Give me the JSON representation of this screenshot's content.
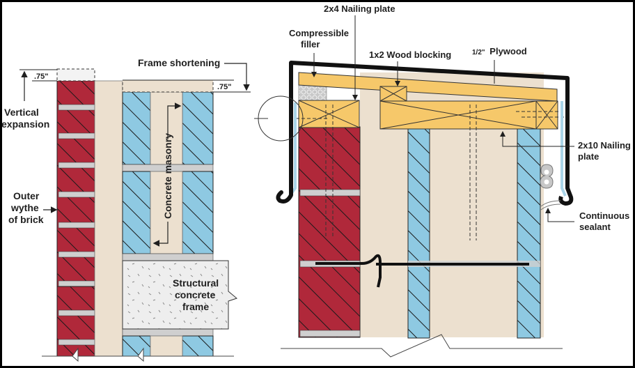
{
  "colors": {
    "brick": "#b0283a",
    "mortar": "#cfcfcf",
    "cavity": "#ece0cf",
    "block": "#8ec9e2",
    "concrete": "#eeeeee",
    "wood": "#f6c86a",
    "flashing": "#111111",
    "liner": "#a9d4e8",
    "filler": "#c7c7c7",
    "line": "#1f1f1f"
  },
  "left_panel": {
    "labels": {
      "expansion_dim": ".75\"",
      "vertical_expansion_l1": "Vertical",
      "vertical_expansion_l2": "expansion",
      "frame_shortening": "Frame shortening",
      "shortening_dim": ".75\"",
      "outer_wythe_l1": "Outer",
      "outer_wythe_l2": "wythe",
      "outer_wythe_l3": "of brick",
      "concrete_masonry": "Concrete masonry",
      "structural_l1": "Structural",
      "structural_l2": "concrete",
      "structural_l3": "frame"
    }
  },
  "right_panel": {
    "labels": {
      "nailing_plate_2x4": "2x4 Nailing plate",
      "compressible_l1": "Compressible",
      "compressible_l2": "filler",
      "wood_blocking": "1x2 Wood blocking",
      "plywood_frac": "1/2\"",
      "plywood": "Plywood",
      "nailing_plate_2x10_l1": "2x10 Nailing",
      "nailing_plate_2x10_l2": "plate",
      "sealant_l1": "Continuous",
      "sealant_l2": "sealant"
    }
  }
}
